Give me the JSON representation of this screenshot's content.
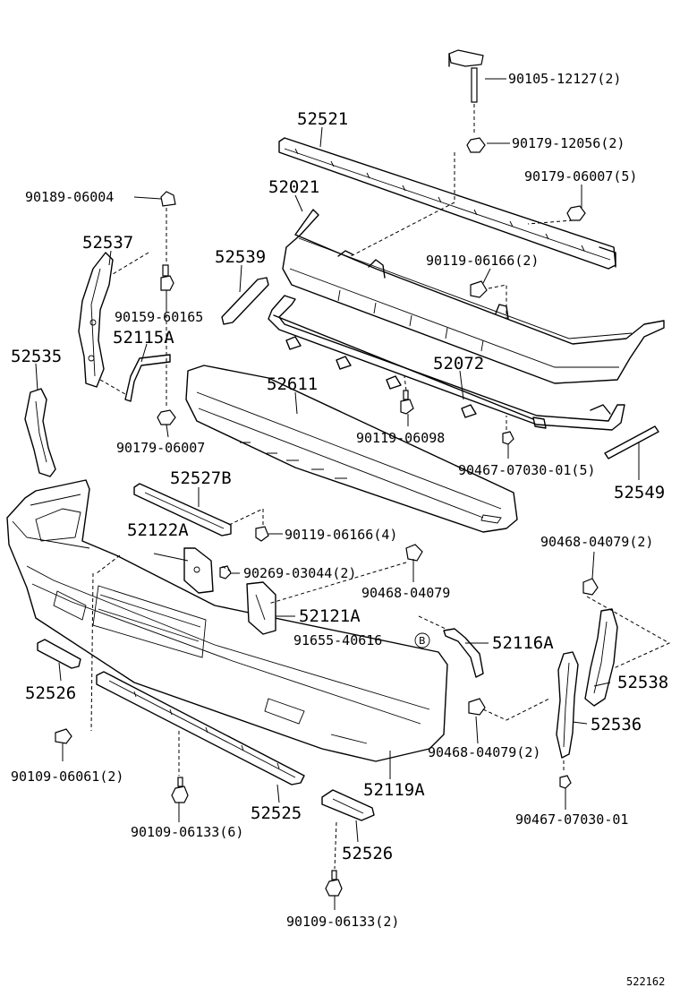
{
  "labels": {
    "p90105": "90105-12127(2)",
    "p90179_12056": "90179-12056(2)",
    "p90179_06007_5": "90179-06007(5)",
    "p52521": "52521",
    "p52021": "52021",
    "p90189": "90189-06004",
    "p52537": "52537",
    "p52539": "52539",
    "p90119_06166_2": "90119-06166(2)",
    "p90159": "90159-60165",
    "p52115A": "52115A",
    "p52535": "52535",
    "p52072": "52072",
    "p52611": "52611",
    "p90119_06098": "90119-06098",
    "p90179_06007": "90179-06007",
    "p90467_5": "90467-07030-01(5)",
    "p52527B": "52527B",
    "p52549": "52549",
    "p90119_06166_4": "90119-06166(4)",
    "p52122A": "52122A",
    "p90468_2a": "90468-04079(2)",
    "p90269": "90269-03044(2)",
    "p90468": "90468-04079",
    "p52121A": "52121A",
    "p91655": "91655-40616",
    "circle_b": "B",
    "p52116A": "52116A",
    "p52538": "52538",
    "p52526a": "52526",
    "p52536": "52536",
    "p90468_2b": "90468-04079(2)",
    "p90109_06061": "90109-06061(2)",
    "p52119A": "52119A",
    "p52525": "52525",
    "p90467": "90467-07030-01",
    "p90109_06133_6": "90109-06133(6)",
    "p52526b": "52526",
    "p90109_06133_2": "90109-06133(2)",
    "diagram_ref": "522162"
  }
}
